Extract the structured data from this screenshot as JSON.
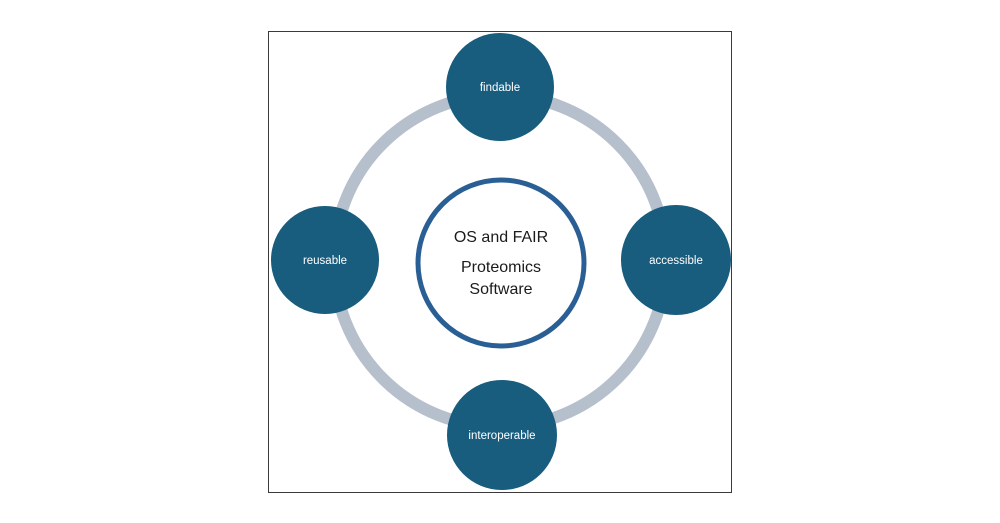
{
  "diagram": {
    "center": {
      "lines": [
        "OS and FAIR",
        "Proteomics",
        "Software"
      ]
    },
    "nodes": [
      {
        "id": "top",
        "label": "findable"
      },
      {
        "id": "right",
        "label": "accessible"
      },
      {
        "id": "bottom",
        "label": "interoperable"
      },
      {
        "id": "left",
        "label": "reusable"
      }
    ],
    "colors": {
      "node_fill": "#185c7e",
      "ring": "#b6c0cc",
      "center_stroke": "#2a5f95",
      "frame": "#3a3a3a"
    }
  }
}
